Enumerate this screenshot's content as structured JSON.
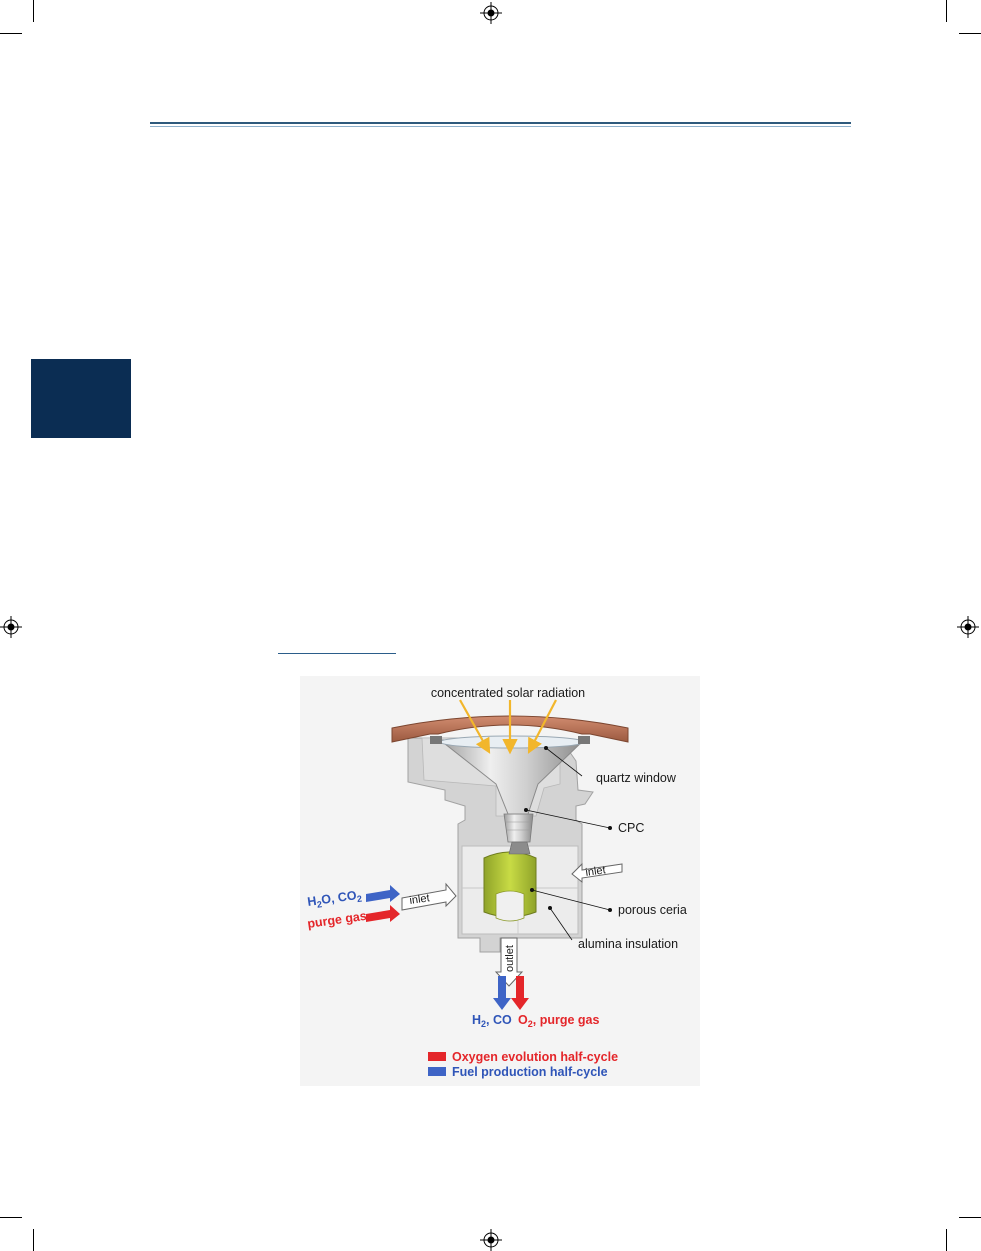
{
  "figure": {
    "labels": {
      "solar": "concentrated solar radiation",
      "window": "quartz window",
      "cpc": "CPC",
      "ceria": "porous ceria",
      "insulation": "alumina insulation",
      "inlet_left": "inlet",
      "inlet_right": "inlet",
      "outlet": "outlet"
    },
    "inputs": {
      "h2o_co2": {
        "H": "H",
        "sub1": "2",
        "O_CO": "O, CO",
        "sub2": "2"
      },
      "purge": "purge gas"
    },
    "outputs": {
      "h2_co": {
        "H": "H",
        "sub": "2",
        "rest": ", CO"
      },
      "o2_purge": {
        "O": "O",
        "sub": "2",
        "rest": ", purge gas"
      }
    },
    "legend": [
      {
        "label": "Oxygen evolution half-cycle",
        "color": "#e4262a"
      },
      {
        "label": "Fuel production half-cycle",
        "color": "#3e64c6"
      }
    ]
  },
  "colors": {
    "rule": "#2e5a7c",
    "side_block": "#0b2d53",
    "ceria": "#b5c935",
    "flange": "#b86f52",
    "housing": "#d6d6d6",
    "insulation": "#ececec",
    "ray": "#f2b62b",
    "oxygen": "#e4262a",
    "fuel": "#3e64c6"
  }
}
